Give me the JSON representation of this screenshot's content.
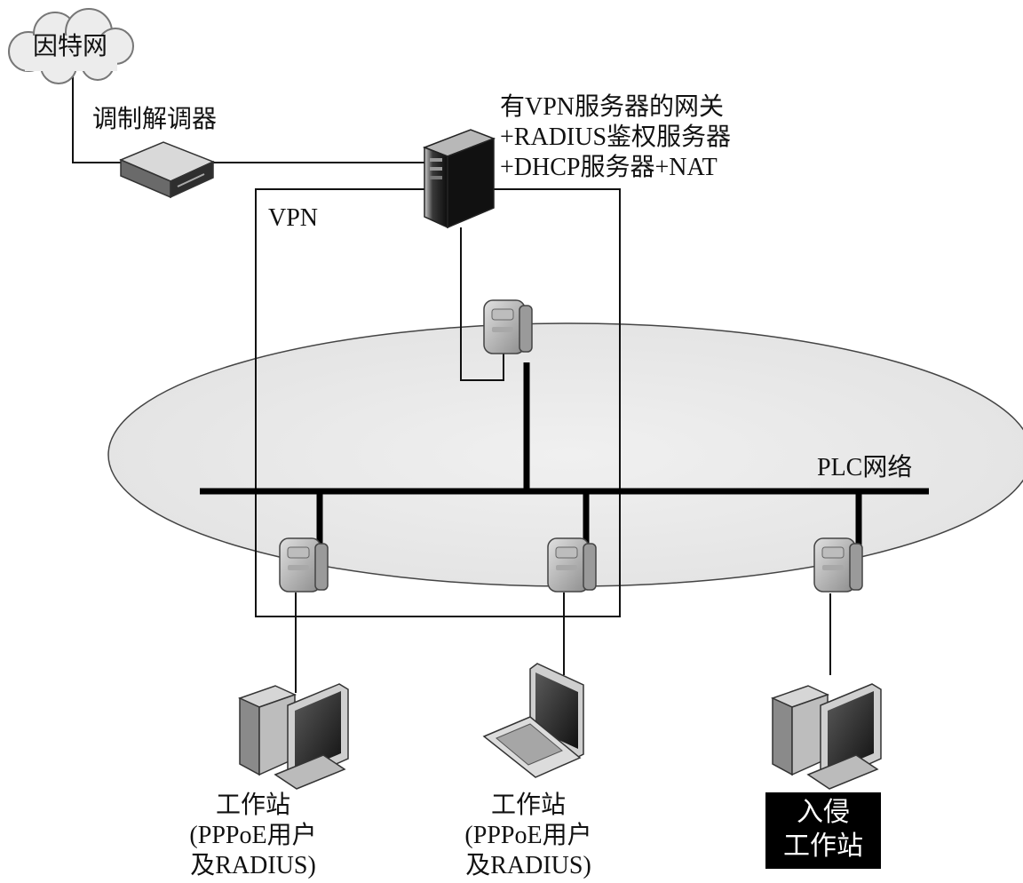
{
  "internet": {
    "label": "因特网"
  },
  "modem": {
    "label": "调制解调器"
  },
  "gateway": {
    "lines": [
      "有VPN服务器的网关",
      "+RADIUS鉴权服务器",
      "+DHCP服务器+NAT"
    ]
  },
  "vpn": {
    "label": "VPN"
  },
  "plc": {
    "label": "PLC网络"
  },
  "workstations": [
    {
      "title": "工作站",
      "line2": "(PPPoE用户",
      "line3": "及RADIUS)"
    },
    {
      "title": "工作站",
      "line2": "(PPPoE用户",
      "line3": "及RADIUS)"
    }
  ],
  "intruder": {
    "line1": "入侵",
    "line2": "工作站"
  },
  "icons": [
    "cloud-icon",
    "modem-icon",
    "server-icon",
    "plc-adapter-icon",
    "desktop-computer-icon",
    "laptop-icon"
  ]
}
